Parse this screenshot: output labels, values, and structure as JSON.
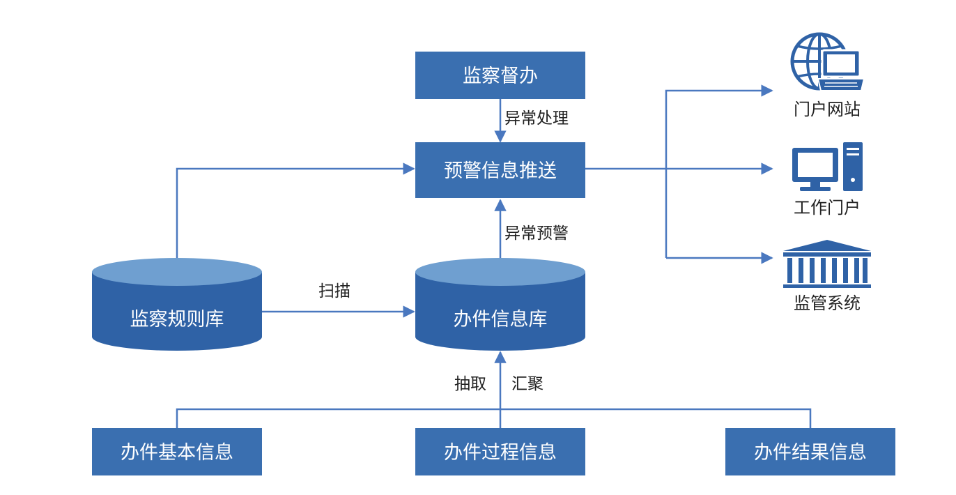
{
  "colors": {
    "box": "#3a6fb0",
    "cylinder_body": "#2f62a6",
    "cylinder_top": "#6f9fd0",
    "line": "#4a78bf",
    "icon": "#2f62a6",
    "text_dark": "#222222",
    "text_light": "#ffffff"
  },
  "nodes": {
    "supervision": "监察督办",
    "warning_push": "预警信息推送",
    "rule_db": "监察规则库",
    "info_db": "办件信息库",
    "basic_info": "办件基本信息",
    "process_info": "办件过程信息",
    "result_info": "办件结果信息"
  },
  "edges": {
    "exception_handling": "异常处理",
    "exception_warning": "异常预警",
    "scan": "扫描",
    "extract": "抽取",
    "aggregate": "汇聚"
  },
  "outputs": [
    {
      "label": "门户网站",
      "icon": "globe-laptop-icon"
    },
    {
      "label": "工作门户",
      "icon": "desktop-computer-icon"
    },
    {
      "label": "监管系统",
      "icon": "government-building-icon"
    }
  ]
}
